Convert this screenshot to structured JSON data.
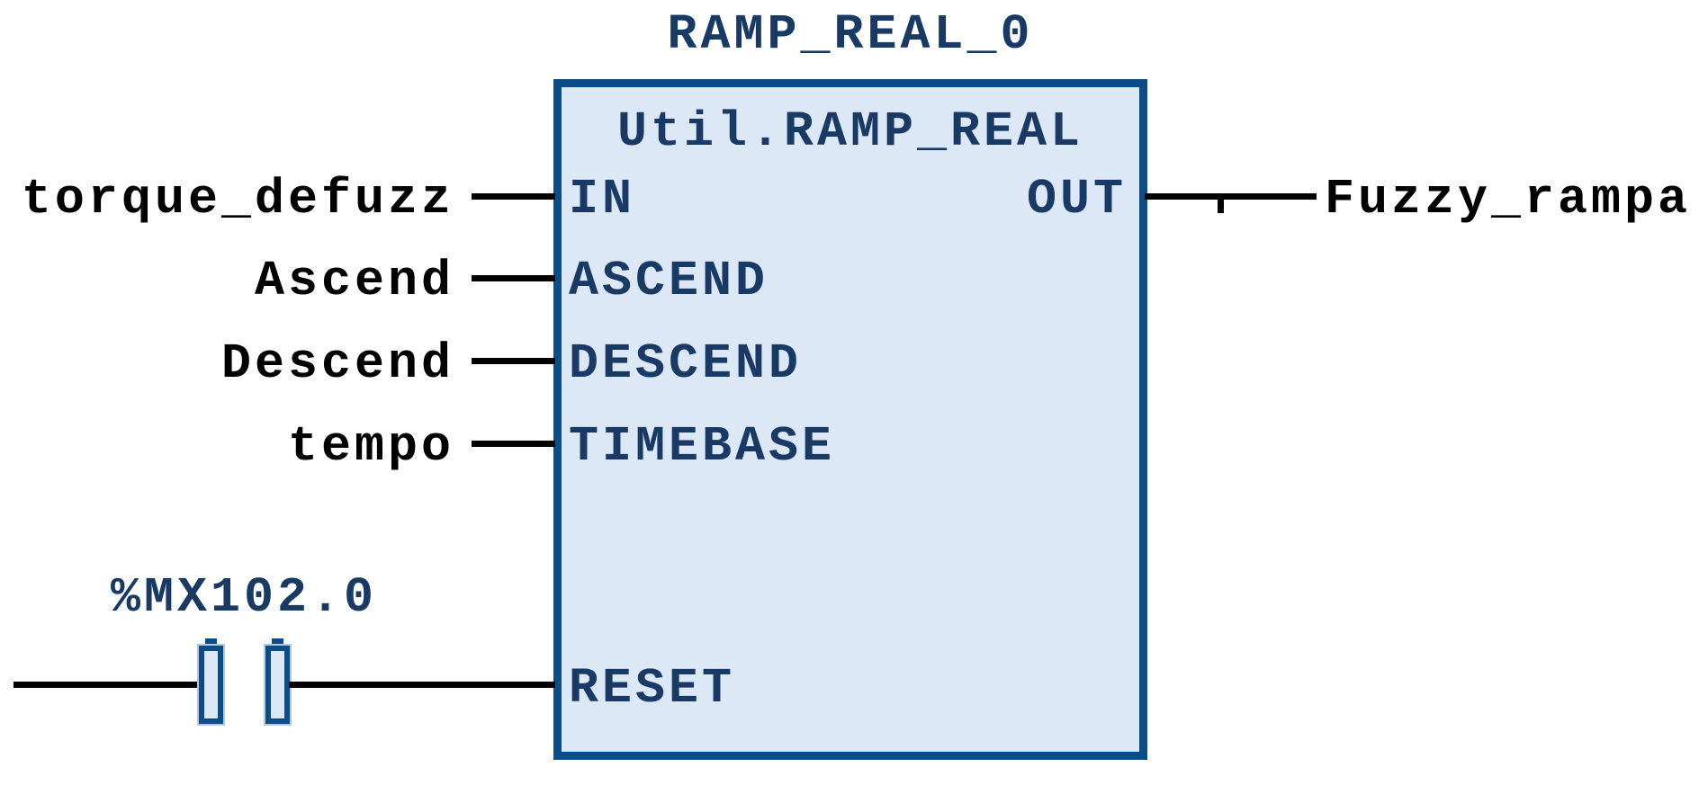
{
  "diagram": {
    "title": "RAMP_REAL_0",
    "block": {
      "type_label": "Util.RAMP_REAL",
      "input_pins": [
        "IN",
        "ASCEND",
        "DESCEND",
        "TIMEBASE",
        "RESET"
      ],
      "output_pins": [
        "OUT"
      ]
    },
    "inputs": [
      {
        "var": "torque_defuzz",
        "pin": "IN"
      },
      {
        "var": "Ascend",
        "pin": "ASCEND"
      },
      {
        "var": "Descend",
        "pin": "DESCEND"
      },
      {
        "var": "tempo",
        "pin": "TIMEBASE"
      }
    ],
    "output": {
      "var": "Fuzzy_rampa",
      "pin": "OUT"
    },
    "contact": {
      "address": "%MX102.0",
      "type": "normally-open-contact",
      "pin": "RESET"
    },
    "colors": {
      "block_fill": "#dce8f6",
      "block_border": "#0d4d87",
      "pin_text": "#1a3a66",
      "variable_text": "#000000",
      "wire": "#000000",
      "background": "#ffffff"
    }
  }
}
